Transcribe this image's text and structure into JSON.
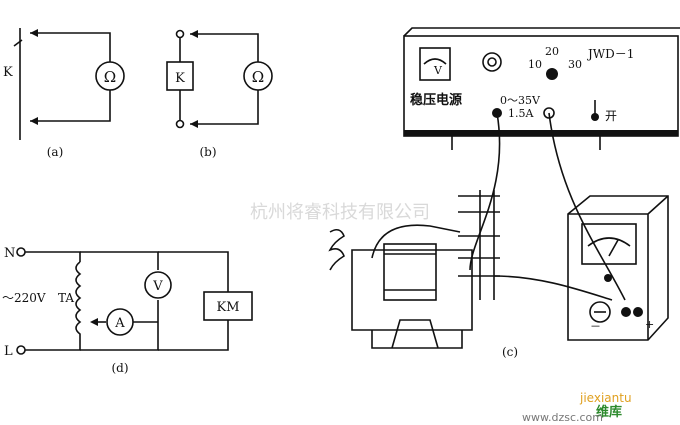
{
  "diagram_a": {
    "k_label": "K",
    "ohm_symbol": "Ω",
    "caption": "(a)"
  },
  "diagram_b": {
    "k_label": "K",
    "ohm_symbol": "Ω",
    "caption": "(b)"
  },
  "diagram_c": {
    "model": "JWD－1",
    "meter_symbol": "V",
    "power_label": "稳压电源",
    "range_voltage": "0～35V",
    "range_current": "1.5A",
    "switch_label": "开",
    "dial_ticks": [
      "10",
      "20",
      "30"
    ],
    "multimeter_minus": "－",
    "multimeter_plus": "+",
    "caption": "(c)"
  },
  "diagram_d": {
    "node_n": "N",
    "node_l": "L",
    "voltage": "～220V",
    "transformer": "TA",
    "voltmeter": "V",
    "ammeter": "A",
    "relay": "KM",
    "caption": "(d)"
  },
  "watermark": {
    "center_text": "杭州将睿科技有限公司",
    "url_text": "www.dzsc.com",
    "logo_text": "维库",
    "site_text": "jiexiantu"
  }
}
